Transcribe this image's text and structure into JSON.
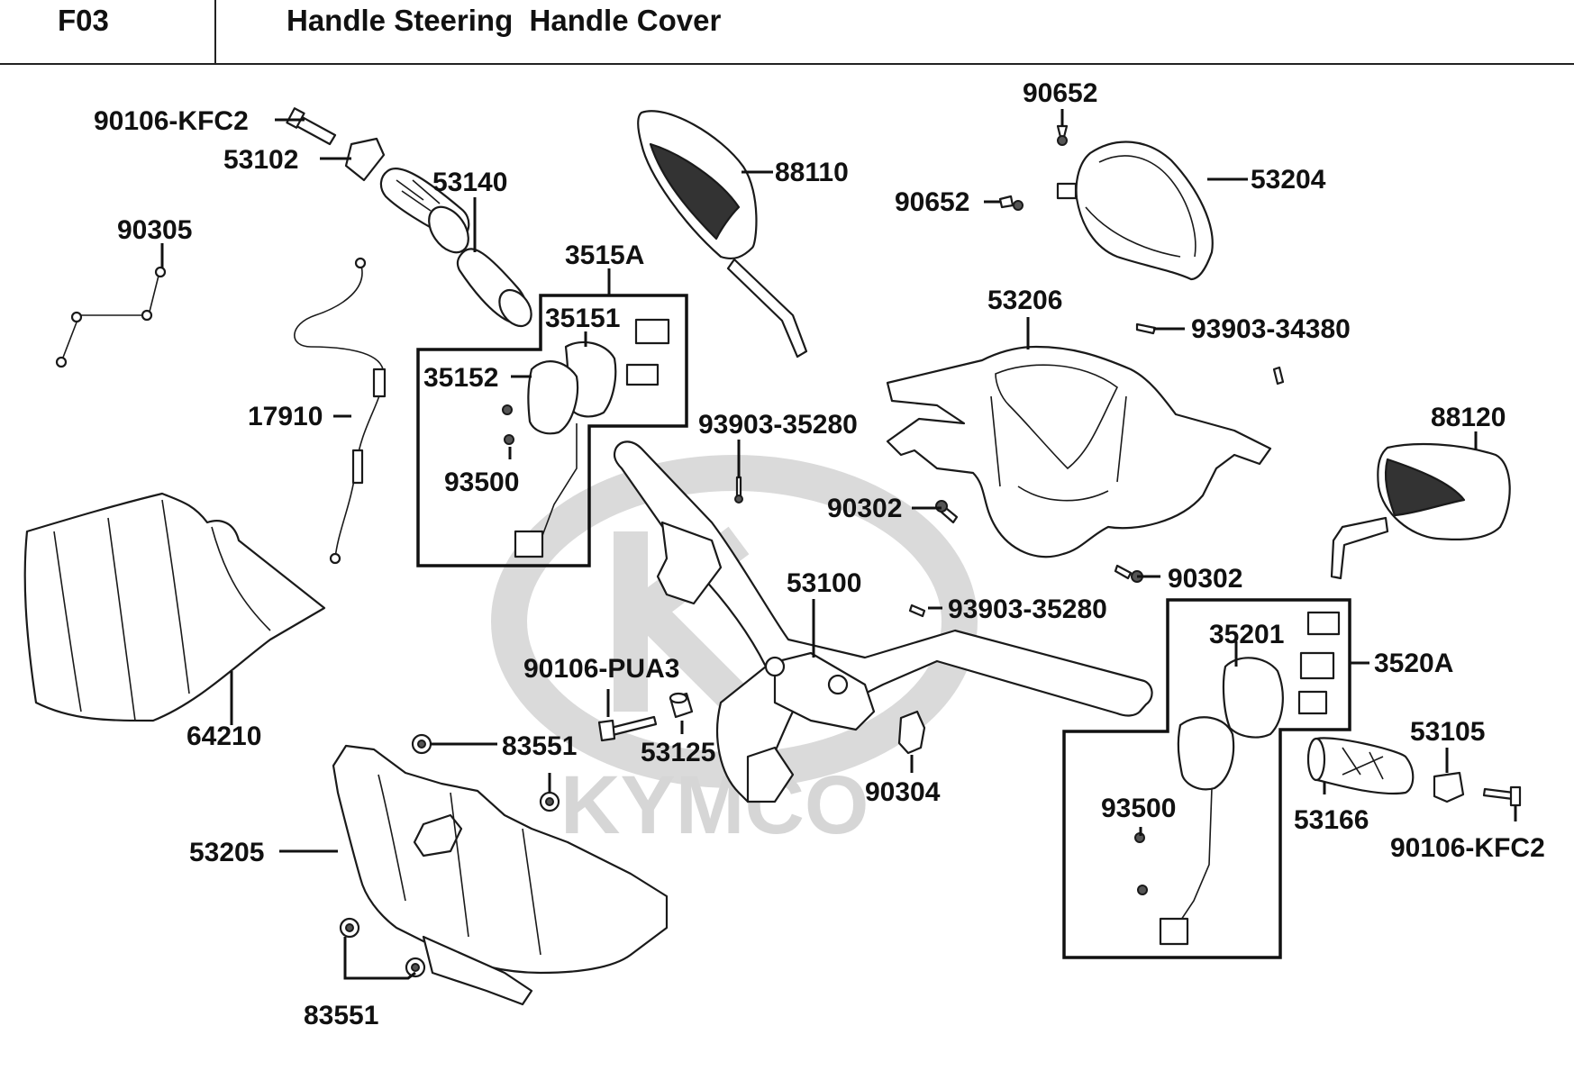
{
  "header": {
    "code": "F03",
    "title": "Handle Steering  Handle Cover"
  },
  "watermark": "KYMCO",
  "parts": [
    {
      "id": "p90106kfc2a",
      "label": "90106-KFC2"
    },
    {
      "id": "p53102",
      "label": "53102"
    },
    {
      "id": "p53140",
      "label": "53140"
    },
    {
      "id": "p90305",
      "label": "90305"
    },
    {
      "id": "p88110",
      "label": "88110"
    },
    {
      "id": "p90652a",
      "label": "90652"
    },
    {
      "id": "p90652b",
      "label": "90652"
    },
    {
      "id": "p53204",
      "label": "53204"
    },
    {
      "id": "p3515a",
      "label": "3515A"
    },
    {
      "id": "p35151",
      "label": "35151"
    },
    {
      "id": "p35152",
      "label": "35152"
    },
    {
      "id": "p53206",
      "label": "53206"
    },
    {
      "id": "p93903_34380",
      "label": "93903-34380"
    },
    {
      "id": "p17910",
      "label": "17910"
    },
    {
      "id": "p93903_35280a",
      "label": "93903-35280"
    },
    {
      "id": "p88120",
      "label": "88120"
    },
    {
      "id": "p93500a",
      "label": "93500"
    },
    {
      "id": "p90302a",
      "label": "90302"
    },
    {
      "id": "p90302b",
      "label": "90302"
    },
    {
      "id": "p53100",
      "label": "53100"
    },
    {
      "id": "p93903_35280b",
      "label": "93903-35280"
    },
    {
      "id": "p35201",
      "label": "35201"
    },
    {
      "id": "p3520a",
      "label": "3520A"
    },
    {
      "id": "p90106pua3",
      "label": "90106-PUA3"
    },
    {
      "id": "p64210",
      "label": "64210"
    },
    {
      "id": "p53105",
      "label": "53105"
    },
    {
      "id": "p83551a",
      "label": "83551"
    },
    {
      "id": "p53125",
      "label": "53125"
    },
    {
      "id": "p90304",
      "label": "90304"
    },
    {
      "id": "p93500b",
      "label": "93500"
    },
    {
      "id": "p53166",
      "label": "53166"
    },
    {
      "id": "p53205",
      "label": "53205"
    },
    {
      "id": "p90106kfc2b",
      "label": "90106-KFC2"
    },
    {
      "id": "p83551b",
      "label": "83551"
    }
  ]
}
